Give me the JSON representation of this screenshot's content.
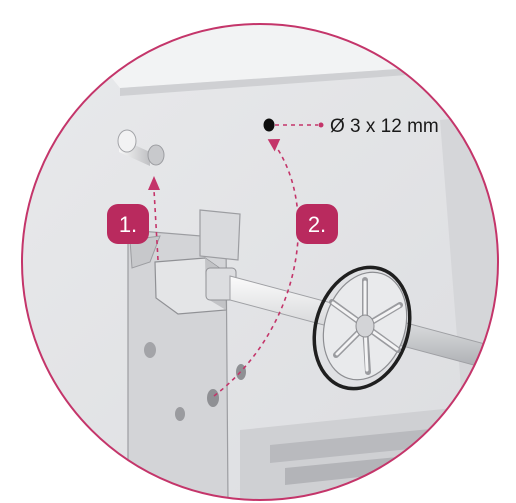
{
  "callouts": {
    "step1": "1.",
    "step2": "2.",
    "screw_dimension": "Ø 3 x 12 mm"
  },
  "colors": {
    "accent": "#b92a5e",
    "ring": "#c4356a",
    "wall": "#e6e7e9",
    "bracket": "#d6d7da"
  }
}
